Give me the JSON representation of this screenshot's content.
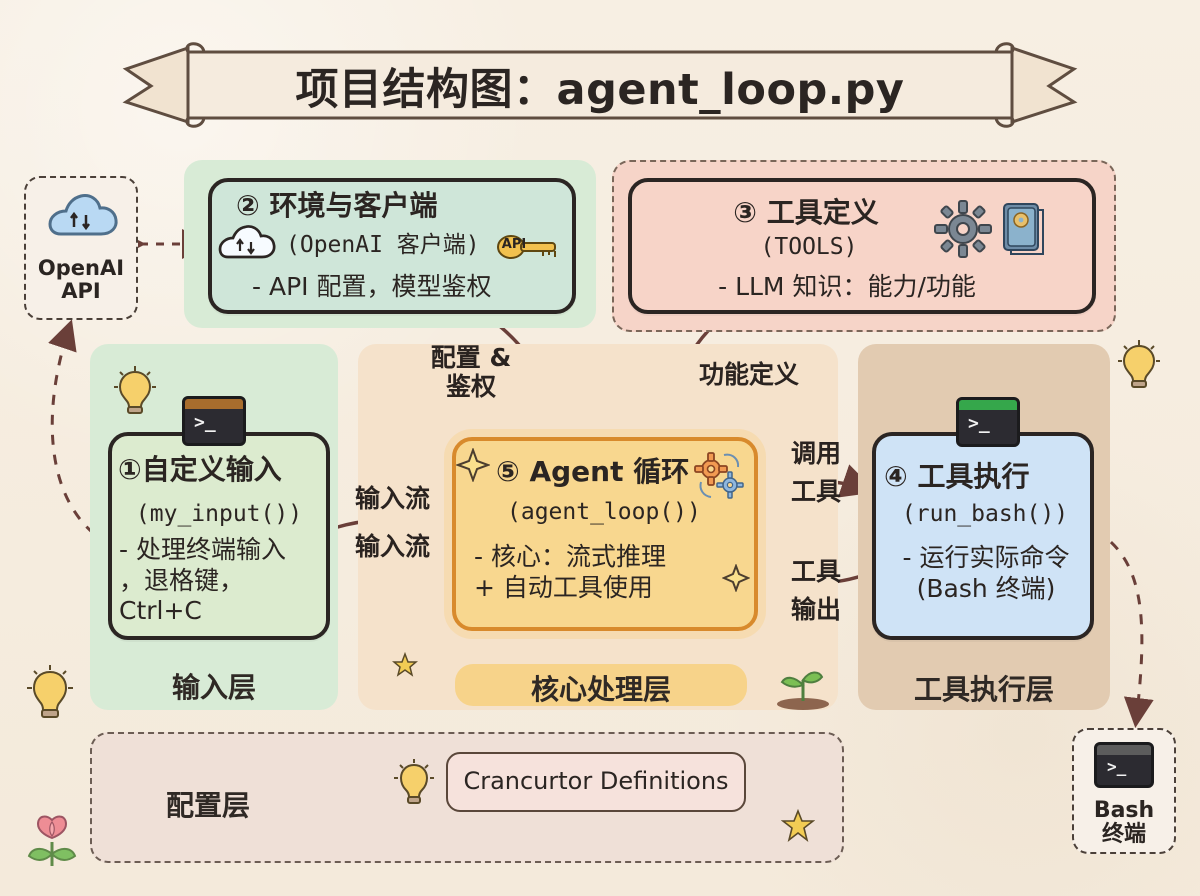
{
  "title": "项目结构图：agent_loop.py",
  "nodes": {
    "openai_api": {
      "label": "OpenAI\nAPI",
      "icon": "cloud-icon"
    },
    "env_client": {
      "title": "② 环境与客户端",
      "subtitle": "(OpenAI 客户端)",
      "badge": "API",
      "detail": "- API 配置，模型鉴权",
      "icons": [
        "cloud-icon",
        "key-icon"
      ]
    },
    "tools_def": {
      "title": "③ 工具定义",
      "subtitle": "(TOOLS)",
      "detail": "- LLM 知识：能力/功能",
      "icons": [
        "gear-icon",
        "book-icon"
      ]
    },
    "custom_input": {
      "title": "①自定义输入",
      "subtitle": "(my_input())",
      "detail": "- 处理终端输入\n，退格键，\nCtrl+C",
      "icons": [
        "lightbulb-icon",
        "terminal-icon"
      ]
    },
    "agent_loop": {
      "title": "⑤ Agent 循环",
      "subtitle": "(agent_loop())",
      "detail": "- 核心：流式推理\n+ 自动工具使用",
      "icons": [
        "sparkle-icon",
        "gear-icon"
      ]
    },
    "tool_exec": {
      "title": "④ 工具执行",
      "subtitle": "(run_bash())",
      "detail": "- 运行实际命令\n(Bash 终端)",
      "icons": [
        "terminal-icon"
      ]
    },
    "bash_terminal": {
      "label": "Bash\n终端",
      "icon": "terminal-icon"
    },
    "definitions": {
      "label": "Crancurtor Definitions"
    }
  },
  "edges": {
    "config_auth": "配置 &\n鉴权",
    "function_def": "功能定义",
    "input_stream_top": "输入流",
    "input_stream_bottom": "输入流",
    "call_tool": "调用\n工具",
    "tool_output": "工具\n输出"
  },
  "layers": {
    "input": "输入层",
    "core": "核心处理层",
    "tool_exec": "工具执行层",
    "config": "配置层"
  },
  "colors": {
    "green_panel": "#d8ebd6",
    "teal_box": "#cfe6d9",
    "peach_panel": "#f6d4c8",
    "peach_box": "#f7d4c8",
    "core_panel": "#f5e2cb",
    "core_box": "#f8d78f",
    "tool_panel": "#e2cbb1",
    "tool_box": "#cfe3f6",
    "config_panel": "#efe0d7",
    "config_box": "#f3dfd8"
  }
}
